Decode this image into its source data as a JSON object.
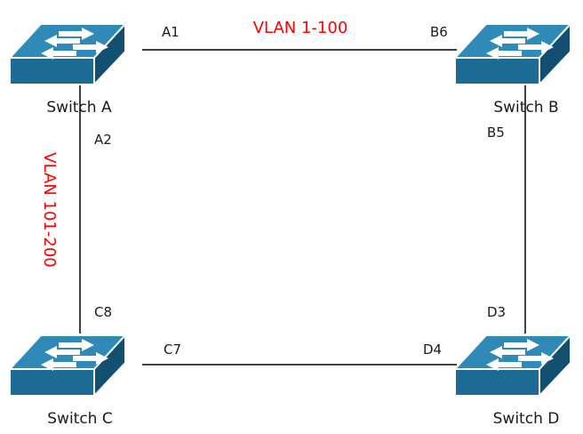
{
  "switches": {
    "a": {
      "name": "Switch A"
    },
    "b": {
      "name": "Switch B"
    },
    "c": {
      "name": "Switch C"
    },
    "d": {
      "name": "Switch D"
    }
  },
  "ports": {
    "a1": "A1",
    "a2": "A2",
    "b5": "B5",
    "b6": "B6",
    "c7": "C7",
    "c8": "C8",
    "d3": "D3",
    "d4": "D4"
  },
  "vlans": {
    "top": "VLAN 1-100",
    "left": "VLAN 101-200"
  },
  "colors": {
    "vlan_text": "#ff0000",
    "link": "#000000",
    "switch_top": "#2f8ab8",
    "switch_front": "#1b6b95",
    "switch_side": "#134f70",
    "switch_edge": "#ffffff"
  }
}
